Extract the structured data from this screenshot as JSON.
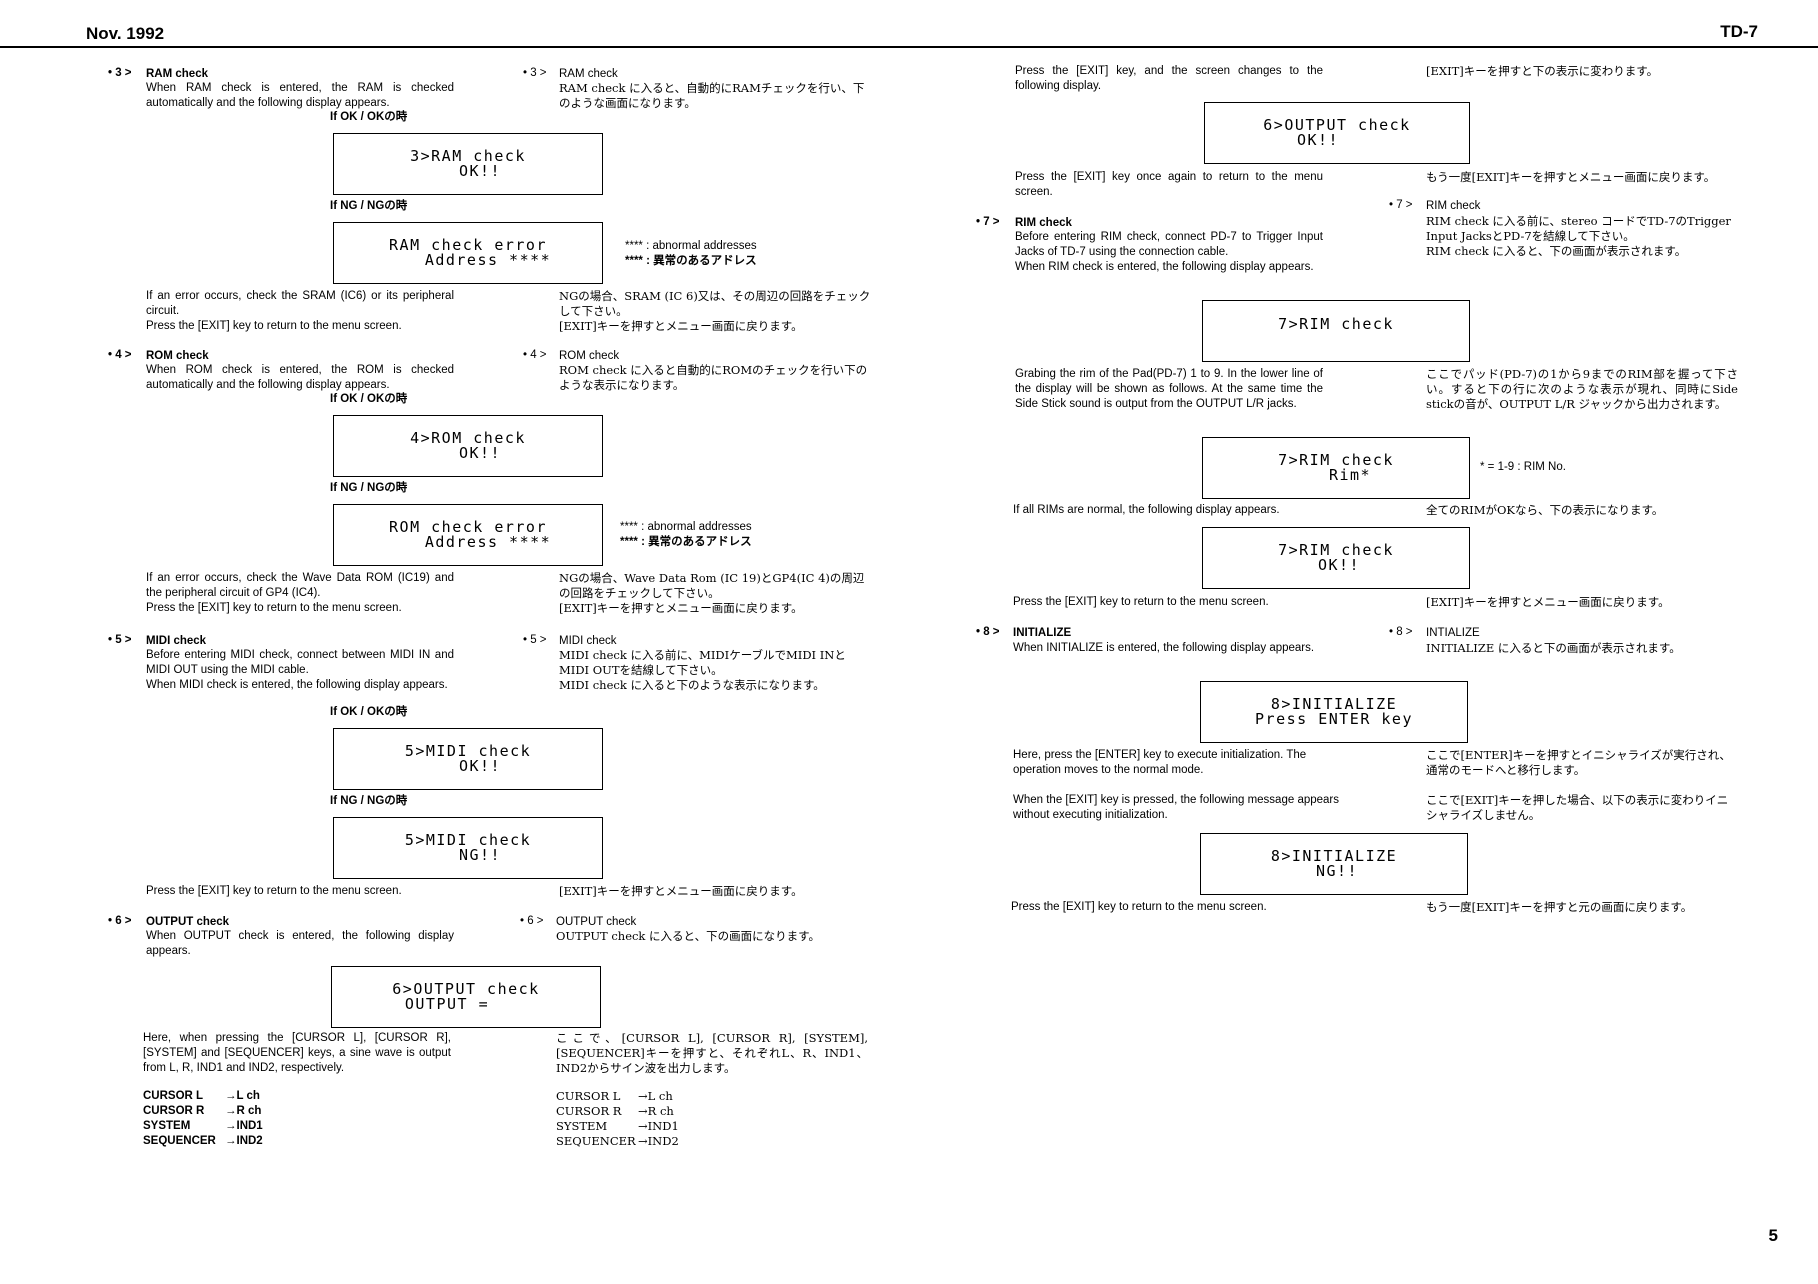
{
  "header": {
    "left": "Nov. 1992",
    "right": "TD-7",
    "page_number": "5"
  },
  "s3": {
    "num": "• 3 >",
    "title": "RAM check",
    "body": "When RAM check is entered, the RAM is checked automatically and the following display appears.",
    "ok_label": "If OK / OKの時",
    "lcd_ok": [
      "3>RAM check",
      "OK!!"
    ],
    "ng_label": "If NG / NGの時",
    "lcd_ng": [
      "RAM check error",
      "Address ****"
    ],
    "note1": "**** : abnormal addresses",
    "note2": "**** : 異常のあるアドレス",
    "after": "If an error occurs, check the SRAM (IC6) or its peripheral circuit.",
    "exit": "Press the [EXIT] key to return to the menu screen.",
    "jp_num": "• 3 >",
    "jp_title": "RAM check",
    "jp_body": "RAM check に入ると、自動的にRAMチェックを行い、下のような画面になります。",
    "jp_after": "NGの場合、SRAM (IC 6)又は、その周辺の回路をチェックして下さい。",
    "jp_exit": "[EXIT]キーを押すとメニュー画面に戻ります。"
  },
  "s4": {
    "num": "• 4 >",
    "title": "ROM check",
    "body": "When ROM check is entered, the ROM is checked automatically and the following display appears.",
    "ok_label": "If OK / OKの時",
    "lcd_ok": [
      "4>ROM check",
      "OK!!"
    ],
    "ng_label": "If NG / NGの時",
    "lcd_ng": [
      "ROM check error",
      "Address ****"
    ],
    "note1": "**** : abnormal addresses",
    "note2": "**** : 異常のあるアドレス",
    "after": "If an error occurs, check the Wave Data ROM (IC19) and the peripheral circuit of GP4 (IC4).",
    "exit": "Press the [EXIT] key to return to the menu screen.",
    "jp_num": "• 4 >",
    "jp_title": "ROM check",
    "jp_body": "ROM check に入ると自動的にROMのチェックを行い下のような表示になります。",
    "jp_after": "NGの場合、Wave Data Rom (IC 19)とGP4(IC 4)の周辺の回路をチェックして下さい。",
    "jp_exit": "[EXIT]キーを押すとメニュー画面に戻ります。"
  },
  "s5": {
    "num": "• 5 >",
    "title": "MIDI check",
    "body1": "Before entering MIDI check, connect between MIDI IN and MIDI OUT using the MIDI cable.",
    "body2": "When MIDI check is entered, the following display appears.",
    "ok_label": "If OK / OKの時",
    "lcd_ok": [
      "5>MIDI check",
      "OK!!"
    ],
    "ng_label": "If NG / NGの時",
    "lcd_ng": [
      "5>MIDI check",
      "NG!!"
    ],
    "exit": "Press the [EXIT] key to return to the menu screen.",
    "jp_num": "• 5 >",
    "jp_title": "MIDI check",
    "jp_body1": "MIDI check に入る前に、MIDIケーブルでMIDI INとMIDI OUTを結線して下さい。",
    "jp_body2": "MIDI check に入ると下のような表示になります。",
    "jp_exit": "[EXIT]キーを押すとメニュー画面に戻ります。"
  },
  "s6": {
    "num": "• 6 >",
    "title": "OUTPUT check",
    "body": "When OUTPUT check is entered, the following display appears.",
    "lcd": [
      "6>OUTPUT check",
      "OUTPUT ="
    ],
    "after": "Here, when pressing the [CURSOR L], [CURSOR R], [SYSTEM] and [SEQUENCER] keys, a sine wave is output from L, R, IND1 and IND2, respectively.",
    "table": [
      {
        "key": "CURSOR L",
        "val": "→L ch"
      },
      {
        "key": "CURSOR R",
        "val": "→R ch"
      },
      {
        "key": "SYSTEM",
        "val": "→IND1"
      },
      {
        "key": "SEQUENCER",
        "val": "→IND2"
      }
    ],
    "jp_num": "• 6 >",
    "jp_title": "OUTPUT check",
    "jp_body": "OUTPUT check に入ると、下の画面になります。",
    "jp_after": "ここで、[CURSOR L], [CURSOR R], [SYSTEM], [SEQUENCER]キーを押すと、それぞれL、R、IND1、IND2からサイン波を出力します。",
    "jp_table": [
      {
        "key": "CURSOR L",
        "val": "→L ch"
      },
      {
        "key": "CURSOR R",
        "val": "→R ch"
      },
      {
        "key": "SYSTEM",
        "val": "→IND1"
      },
      {
        "key": "SEQUENCER",
        "val": "→IND2"
      }
    ]
  },
  "r6": {
    "press": "Press the [EXIT] key, and the screen changes to the following display.",
    "jp_press": "[EXIT]キーを押すと下の表示に変わります。",
    "lcd": [
      "6>OUTPUT check",
      "OK!!"
    ],
    "again": "Press the [EXIT] key once again to return to the menu screen.",
    "jp_again": "もう一度[EXIT]キーを押すとメニュー画面に戻ります。"
  },
  "s7": {
    "num": "• 7 >",
    "title": "RIM check",
    "body1": "Before entering RIM check, connect PD-7 to Trigger Input Jacks of TD-7 using the connection cable.",
    "body2": "When RIM check is entered, the following display appears.",
    "lcd1": [
      "7>RIM check"
    ],
    "grab": "Grabing the rim of the Pad(PD-7) 1 to 9. In the lower line of the display will be shown as follows. At the same time the Side Stick sound is output from the OUTPUT L/R jacks.",
    "lcd2": [
      "7>RIM check",
      "Rim*"
    ],
    "note": "* = 1-9 : RIM No.",
    "allrims": "If all RIMs are normal, the following display appears.",
    "lcd3": [
      "7>RIM check",
      "OK!!"
    ],
    "exit": "Press the [EXIT] key to return to the menu screen.",
    "jp_num": "• 7 >",
    "jp_title": "RIM check",
    "jp_body1": "RIM check に入る前に、stereo コードでTD-7のTrigger Input JacksとPD-7を結線して下さい。",
    "jp_body2": "RIM check に入ると、下の画面が表示されます。",
    "jp_grab": "ここでパッド(PD-7)の1から9までのRIM部を握って下さい。すると下の行に次のような表示が現れ、同時にSide stickの音が、OUTPUT L/R ジャックから出力されます。",
    "jp_allrims": "全てのRIMがOKなら、下の表示になります。",
    "jp_exit": "[EXIT]キーを押すとメニュー画面に戻ります。"
  },
  "s8": {
    "num": "• 8 >",
    "title": "INITIALIZE",
    "body": "When INITIALIZE is entered, the following display appears.",
    "lcd1": [
      "8>INITIALIZE",
      "Press ENTER key"
    ],
    "here": "Here, press the [ENTER] key to execute initialization. The operation moves to the normal mode.",
    "when_exit": "When the [EXIT] key is pressed, the following message appears without executing initialization.",
    "lcd2": [
      "8>INITIALIZE",
      "NG!!"
    ],
    "exit": "Press the [EXIT] key to return to the menu screen.",
    "jp_num": "• 8 >",
    "jp_title": "INTIALIZE",
    "jp_body": "INITIALIZE に入ると下の画面が表示されます。",
    "jp_here": "ここで[ENTER]キーを押すとイニシャライズが実行され、通常のモードへと移行します。",
    "jp_when_exit": "ここで[EXIT]キーを押した場合、以下の表示に変わりイニシャライズしません。",
    "jp_exit": "もう一度[EXIT]キーを押すと元の画面に戻ります。"
  }
}
